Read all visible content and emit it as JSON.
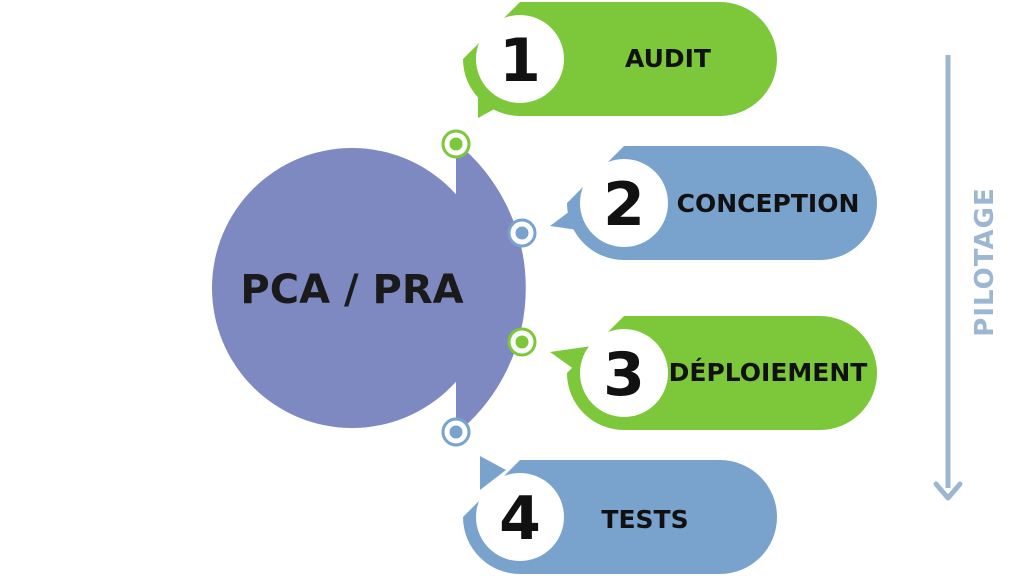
{
  "center": {
    "label": "PCA / PRA"
  },
  "steps": [
    {
      "number": "1",
      "label": "AUDIT"
    },
    {
      "number": "2",
      "label": "CONCEPTION"
    },
    {
      "number": "3",
      "label": "DÉPLOIEMENT"
    },
    {
      "number": "4",
      "label": "TESTS"
    }
  ],
  "side": {
    "label": "PILOTAGE"
  },
  "colors": {
    "green": "#7dc73b",
    "blue": "#79a3cd",
    "center_circle": "#7f89c1",
    "connector_arc": "#7f89c1",
    "arrow": "#9db6d2",
    "number_circle": "#ffffff"
  }
}
